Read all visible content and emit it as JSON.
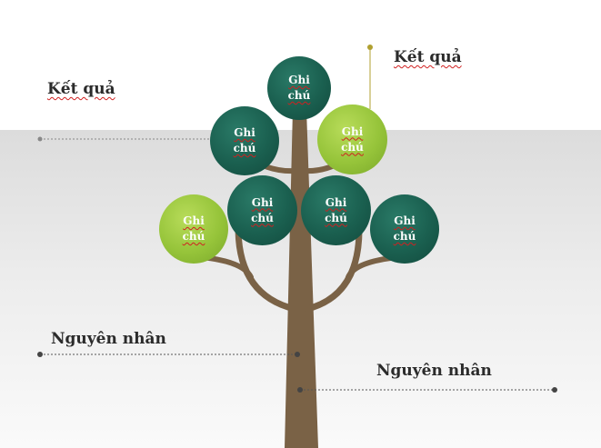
{
  "labels": {
    "result_left": "Kết quả",
    "result_right": "Kết quả",
    "cause_left": "Nguyên nhân",
    "cause_right": "Nguyên nhân"
  },
  "nodes": [
    {
      "id": "top",
      "line1": "Ghi",
      "line2": "chú",
      "style": "dark"
    },
    {
      "id": "upper-left",
      "line1": "Ghi",
      "line2": "chú",
      "style": "dark"
    },
    {
      "id": "upper-right",
      "line1": "Ghi",
      "line2": "chú",
      "style": "light"
    },
    {
      "id": "lower-far-left",
      "line1": "Ghi",
      "line2": "chú",
      "style": "light"
    },
    {
      "id": "lower-left",
      "line1": "Ghi",
      "line2": "chú",
      "style": "dark"
    },
    {
      "id": "lower-right",
      "line1": "Ghi",
      "line2": "chú",
      "style": "dark"
    },
    {
      "id": "lower-far-right",
      "line1": "Ghi",
      "line2": "chú",
      "style": "dark"
    }
  ],
  "colors": {
    "trunk": "#7a6246",
    "dark_node": "#1a5f4f",
    "light_node": "#96c43a",
    "result_connector": "#b0a030",
    "cause_connector": "#555555"
  }
}
